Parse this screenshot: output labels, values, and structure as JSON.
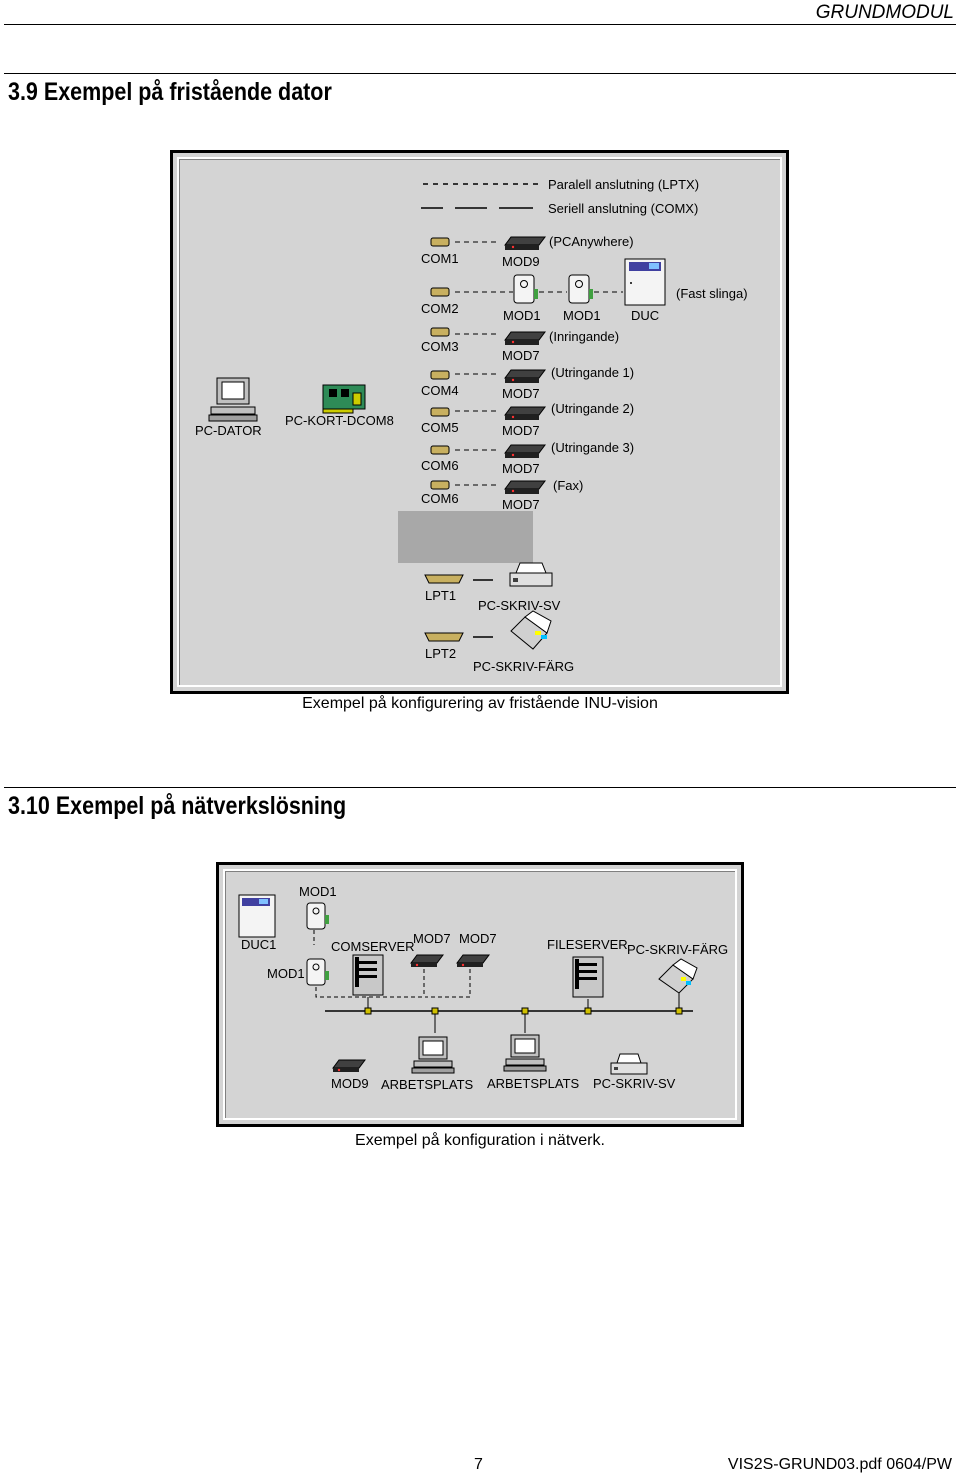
{
  "header": {
    "module": "GRUNDMODUL"
  },
  "section1": {
    "heading": "3.9  Exempel på fristående dator",
    "caption": "Exempel på konfigurering av fristående INU-vision",
    "legend": {
      "parallel": "Paralell anslutning (LPTX)",
      "serial": "Seriell anslutning (COMX)"
    },
    "pc": "PC-DATOR",
    "card": "PC-KORT-DCOM8",
    "ports": [
      "COM1",
      "COM2",
      "COM3",
      "COM4",
      "COM5",
      "COM6",
      "COM6"
    ],
    "modems": [
      "MOD9",
      "MOD7",
      "MOD7",
      "MOD7",
      "MOD7",
      "MOD7"
    ],
    "mod1": [
      "MOD1",
      "MOD1"
    ],
    "duc": "DUC",
    "notes": [
      "(PCAnywhere)",
      "(Fast slinga)",
      "(Inringande)",
      "(Utringande 1)",
      "(Utringande 2)",
      "(Utringande 3)",
      "(Fax)"
    ],
    "lpt": [
      "LPT1",
      "LPT2"
    ],
    "printers": [
      "PC-SKRIV-SV",
      "PC-SKRIV-FÄRG"
    ]
  },
  "section2": {
    "heading": "3.10  Exempel på nätverkslösning",
    "caption": "Exempel på konfiguration i nätverk.",
    "labels": {
      "duc1": "DUC1",
      "mod1_top": "MOD1",
      "mod1_bottom": "MOD1",
      "comserver": "COMSERVER",
      "mod7_a": "MOD7",
      "mod7_b": "MOD7",
      "fileserver": "FILESERVER",
      "printer_color": "PC-SKRIV-FÄRG",
      "mod9": "MOD9",
      "ws1": "ARBETSPLATS",
      "ws2": "ARBETSPLATS",
      "printer_bw": "PC-SKRIV-SV"
    }
  },
  "footer": {
    "page": "7",
    "doc": "VIS2S-GRUND03.pdf  0604/PW"
  }
}
